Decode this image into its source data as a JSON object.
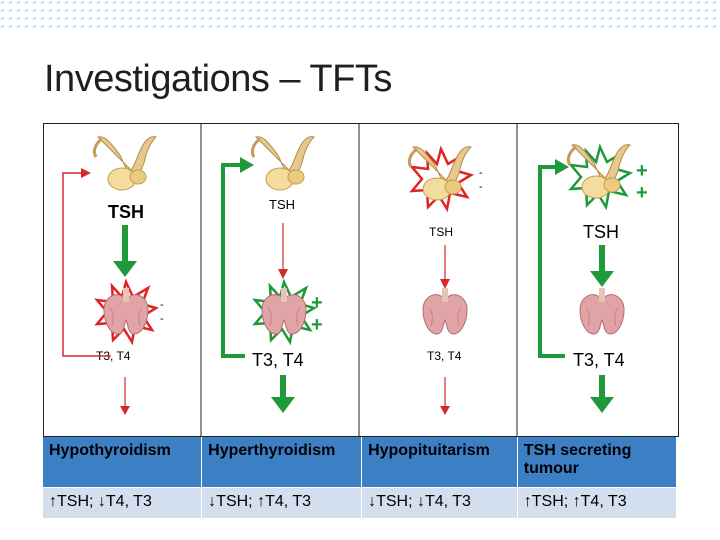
{
  "colors": {
    "accent": "#3d7fc4",
    "cell_light": "#d3deef",
    "positive_green": "#1f9a3a",
    "negative_red": "#d42a2a",
    "topbar": "#cfe3f3"
  },
  "title": "Investigations – TFTs",
  "panels": [
    {
      "tsh_label": "TSH",
      "t3t4_label": "T3, T4",
      "marks": "-\n-"
    },
    {
      "tsh_label": "TSH",
      "t3t4_label": "T3, T4",
      "marks": "+\n+"
    },
    {
      "tsh_label": "TSH",
      "t3t4_label": "T3, T4",
      "marks": "-\n-"
    },
    {
      "tsh_label": "TSH",
      "t3t4_label": "T3, T4",
      "marks": "+\n+"
    }
  ],
  "table": {
    "conditions": [
      "Hypothyroidism",
      "Hyperthyroidism",
      "Hypopituitarism",
      "TSH secreting tumour"
    ],
    "results": [
      "↑TSH; ↓T4, T3",
      "↓TSH; ↑T4, T3",
      "↓TSH; ↓T4, T3",
      "↑TSH; ↑T4, T3"
    ]
  },
  "icons": {
    "pituitary": "pituitary-gland-icon",
    "thyroid": "thyroid-gland-icon",
    "star": "burst-star-icon"
  }
}
